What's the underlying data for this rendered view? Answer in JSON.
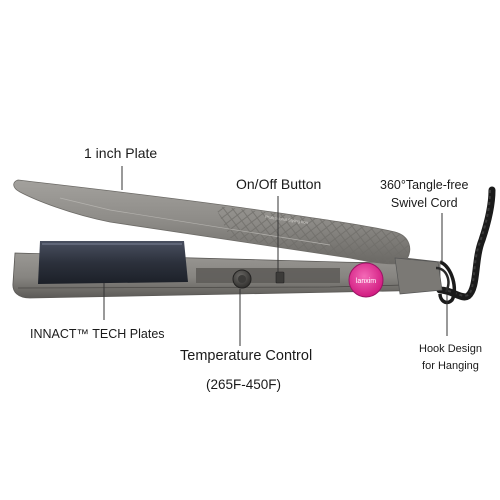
{
  "callouts": {
    "plate": "1 inch Plate",
    "on_off": "On/Off Button",
    "swivel_line1": "360°Tangle-free",
    "swivel_line2": "Swivel Cord",
    "innact": "INNACT™ TECH Plates",
    "temperature": "Temperature Control",
    "temperature_range": "(265F-450F)",
    "hook_line1": "Hook Design",
    "hook_line2": "for Hanging"
  },
  "product": {
    "brand_logo": "lanxim",
    "top_arm_text": "Professional Styling Iron"
  },
  "colors": {
    "body": "#8c8a86",
    "body_dark": "#5e5c59",
    "plate": "#2a2f3a",
    "accent": "#e0208a",
    "cord": "#1b1b1b",
    "leader_line": "#333333",
    "text": "#1a1a1a"
  }
}
